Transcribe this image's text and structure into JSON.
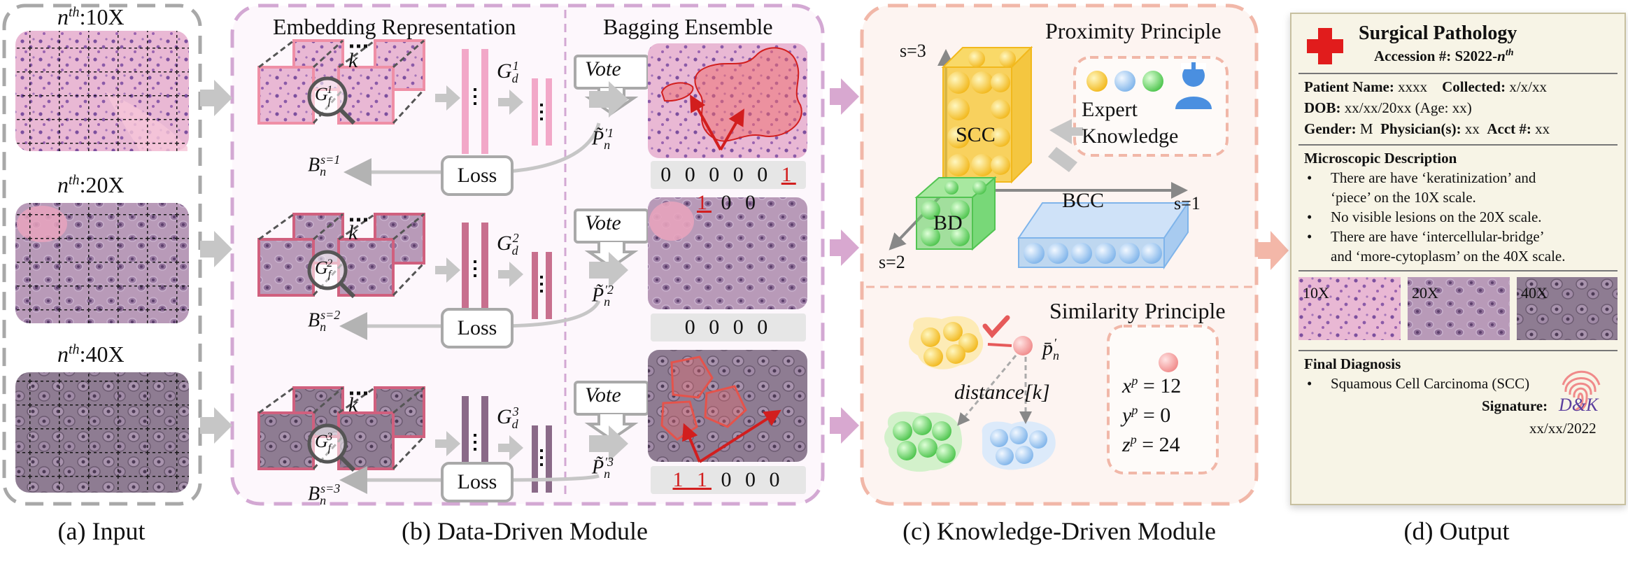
{
  "captions": {
    "a": "(a) Input",
    "b": "(b) Data-Driven Module",
    "c": "(c) Knowledge-Driven Module",
    "d": "(d) Output"
  },
  "input": {
    "mags": [
      "n",
      "th",
      ":10X",
      "n",
      "th",
      ":20X",
      "n",
      "th",
      ":40X"
    ]
  },
  "data_module": {
    "embedding_title": "Embedding Representation",
    "bagging_title": "Bagging Ensemble",
    "k": "k",
    "vote": "Vote",
    "loss": "Loss",
    "gf": [
      "G",
      "f",
      "1",
      "G",
      "f",
      "2",
      "G",
      "f",
      "3"
    ],
    "gd": [
      "G",
      "d",
      "1",
      "G",
      "d",
      "2",
      "G",
      "d",
      "3"
    ],
    "bn": [
      "B",
      "n",
      "s=1",
      "B",
      "n",
      "s=2",
      "B",
      "n",
      "s=3"
    ],
    "pn": [
      "P̃",
      "n",
      "′1",
      "P̃",
      "n",
      "′2",
      "P̃",
      "n",
      "′3"
    ],
    "bits1": [
      "0 0 0 0 0 ",
      "1 1",
      " 0 0"
    ],
    "bits2": "0 0 0 0",
    "bits3": [
      "1 1",
      " 0 0 0"
    ]
  },
  "knowledge_module": {
    "proximity_title": "Proximity Principle",
    "similarity_title": "Similarity Principle",
    "axes": [
      "s=3",
      "s=1",
      "s=2"
    ],
    "blocks": [
      "SCC",
      "BD",
      "BCC"
    ],
    "expert": [
      "Expert",
      "Knowledge"
    ],
    "pbar": "p̄",
    "pbar_sub": "n",
    "pbar_sup": "′",
    "distance": "distance[k]",
    "coords": [
      "x",
      "p",
      " = 12",
      "y",
      "p",
      " = 0",
      "z",
      "p",
      " = 24"
    ]
  },
  "report": {
    "title": "Surgical Pathology",
    "accession": [
      "Accession #: S2022-",
      "n",
      "th"
    ],
    "patient": [
      "Patient Name:",
      " xxxx",
      "Collected:",
      " x/x/xx"
    ],
    "dob": [
      "DOB:",
      " xx/xx/20xx (Age: xx)"
    ],
    "gender": [
      "Gender:",
      " M",
      "Physician(s):",
      " xx",
      "Acct #:",
      " xx"
    ],
    "micro_title": "Microscopic Description",
    "bullets": [
      "There are have ‘keratinization’ and",
      "‘piece’ on the 10X scale.",
      "No visible lesions on the 20X scale.",
      "There are have ‘intercellular-bridge’",
      "and ‘more-cytoplasm’ on the 40X scale."
    ],
    "thumbs": [
      "10X",
      "20X",
      "40X"
    ],
    "final_title": "Final Diagnosis",
    "final_item": "Squamous Cell Carcinoma (SCC)",
    "signature_label": "Signature:",
    "signature": "D&K",
    "date": "xx/xx/2022"
  },
  "colors": {
    "panel_a": "#a8a8a8",
    "panel_b": "#d3a8d3",
    "panel_c": "#f1b7a8",
    "stage1": "#f2a8c8",
    "stage2": "#c8708e",
    "stage3": "#8a6a88",
    "scc": "#f6c62c",
    "bd": "#66d066",
    "bcc": "#9cc8f0",
    "red": "#d21e1e"
  }
}
